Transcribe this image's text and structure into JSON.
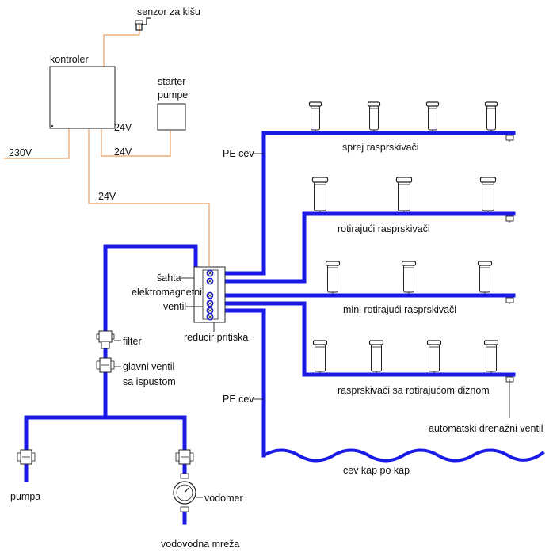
{
  "colors": {
    "pipe": "#1a1ae6",
    "wire": "#e8a066",
    "outline": "#222222",
    "background": "#ffffff"
  },
  "labels": {
    "rain_sensor": "senzor za kišu",
    "controller": "kontroler",
    "starter_line1": "starter",
    "starter_line2": "pumpe",
    "v230": "230V",
    "v24_controller": "24V",
    "v24_starter": "24V",
    "v24_valves": "24V",
    "pe_pipe_top": "PE cev",
    "pe_pipe_bottom": "PE cev",
    "spray": "sprej rasprskivači",
    "rotating": "rotirajući rasprskivači",
    "mini_rotating": "mini rotirajući rasprskivači",
    "rotating_nozzle": "rasprskivači sa rotirajućom diznom",
    "drain_valve": "automatski drenažni ventil",
    "drip": "cev kap po kap",
    "shaft": "šahta",
    "solenoid_line1": "elektromagnetni",
    "solenoid_line2": "ventil",
    "pressure_reducer": "reducir pritiska",
    "filter": "filter",
    "main_valve_line1": "glavni ventil",
    "main_valve_line2": "sa ispustom",
    "pump": "pumpa",
    "water_meter": "vodomer",
    "water_supply": "vodovodna mreža"
  },
  "icons": [
    "rain-sensor-icon",
    "sprinkler-icon",
    "valve-icon",
    "filter-icon",
    "water-meter-icon",
    "drain-valve-icon"
  ]
}
